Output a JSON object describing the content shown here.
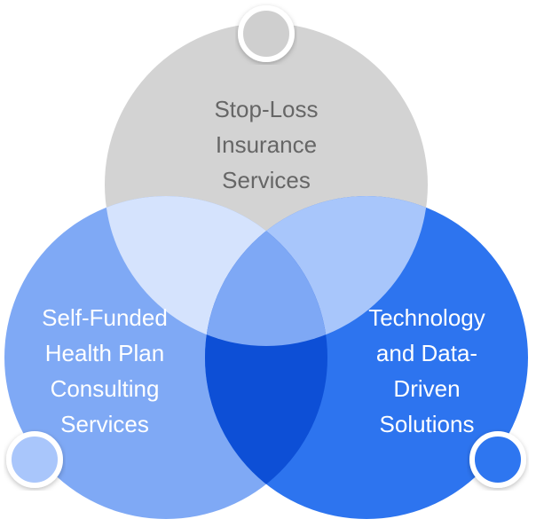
{
  "diagram": {
    "type": "venn",
    "sets": [
      {
        "id": "top",
        "lines": [
          "Stop-Loss",
          "Insurance",
          "Services"
        ],
        "fill": "#d3d3d3",
        "text_color": "#666666",
        "marker_color": "#cfcfcf"
      },
      {
        "id": "left",
        "lines": [
          "Self-Funded",
          "Health Plan",
          "Consulting",
          "Services"
        ],
        "fill": "#7fa9f5",
        "text_color": "#ffffff",
        "marker_color": "#a9c6fb"
      },
      {
        "id": "right",
        "lines": [
          "Technology",
          "and Data-",
          "Driven",
          "Solutions"
        ],
        "fill": "#2d74ef",
        "text_color": "#ffffff",
        "marker_color": "#2f76f0"
      }
    ],
    "overlaps": {
      "top_left": "#d5e3fd",
      "top_right": "#a8c6fb",
      "left_right": "#0d4fd6",
      "center": "#7ea8f5"
    },
    "colors": {
      "background": "#ffffff",
      "marker_ring": "#ffffff"
    }
  }
}
